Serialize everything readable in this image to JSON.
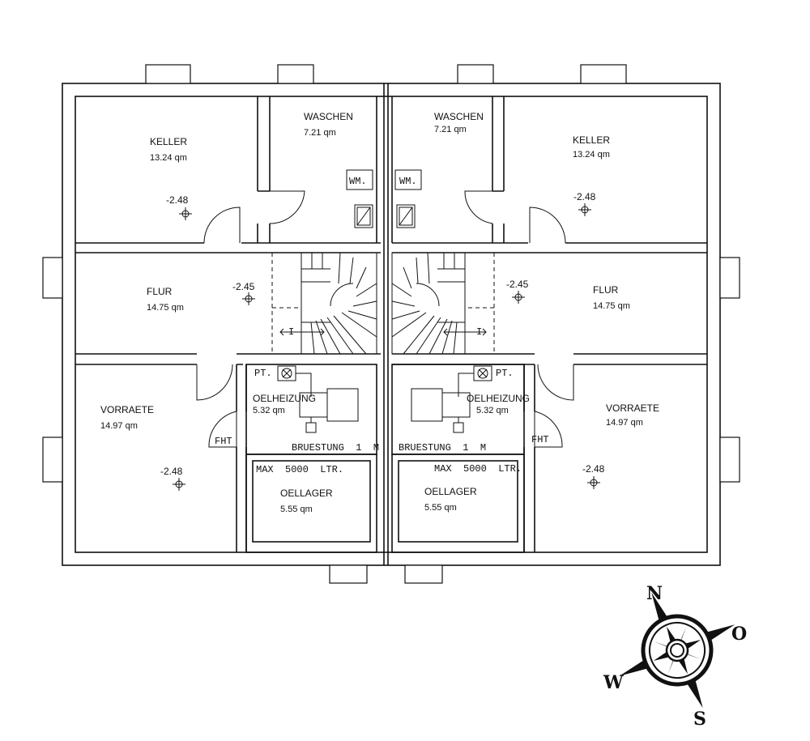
{
  "left_unit": {
    "keller": {
      "name": "KELLER",
      "area": "13.24 qm",
      "level": "-2.48"
    },
    "waschen": {
      "name": "WASCHEN",
      "area": "7.21 qm",
      "wm": "WM."
    },
    "flur": {
      "name": "FLUR",
      "area": "14.75 qm",
      "level": "-2.45"
    },
    "vorraete": {
      "name": "VORRAETE",
      "area": "14.97 qm",
      "level": "-2.48"
    },
    "oelheizung": {
      "name": "OELHEIZUNG",
      "area": "5.32 qm",
      "pt": "PT.",
      "bruestung": "BRUESTUNG  1  M"
    },
    "oellager": {
      "name": "OELLAGER",
      "area": "5.55 qm",
      "max": "MAX  5000  LTR."
    },
    "fht": "FHT"
  },
  "right_unit": {
    "keller": {
      "name": "KELLER",
      "area": "13.24 qm",
      "level": "-2.48"
    },
    "waschen": {
      "name": "WASCHEN",
      "area": "7.21 qm",
      "wm": "WM."
    },
    "flur": {
      "name": "FLUR",
      "area": "14.75 qm",
      "level": "-2.45"
    },
    "vorraete": {
      "name": "VORRAETE",
      "area": "14.97 qm",
      "level": "-2.48"
    },
    "oelheizung": {
      "name": "OELHEIZUNG",
      "area": "5.32 qm",
      "pt": "PT.",
      "bruestung": "BRUESTUNG  1  M"
    },
    "oellager": {
      "name": "OELLAGER",
      "area": "5.55 qm",
      "max": "MAX  5000  LTR."
    },
    "fht": "FHT"
  },
  "compass": {
    "n": "N",
    "o": "O",
    "s": "S",
    "w": "W"
  }
}
